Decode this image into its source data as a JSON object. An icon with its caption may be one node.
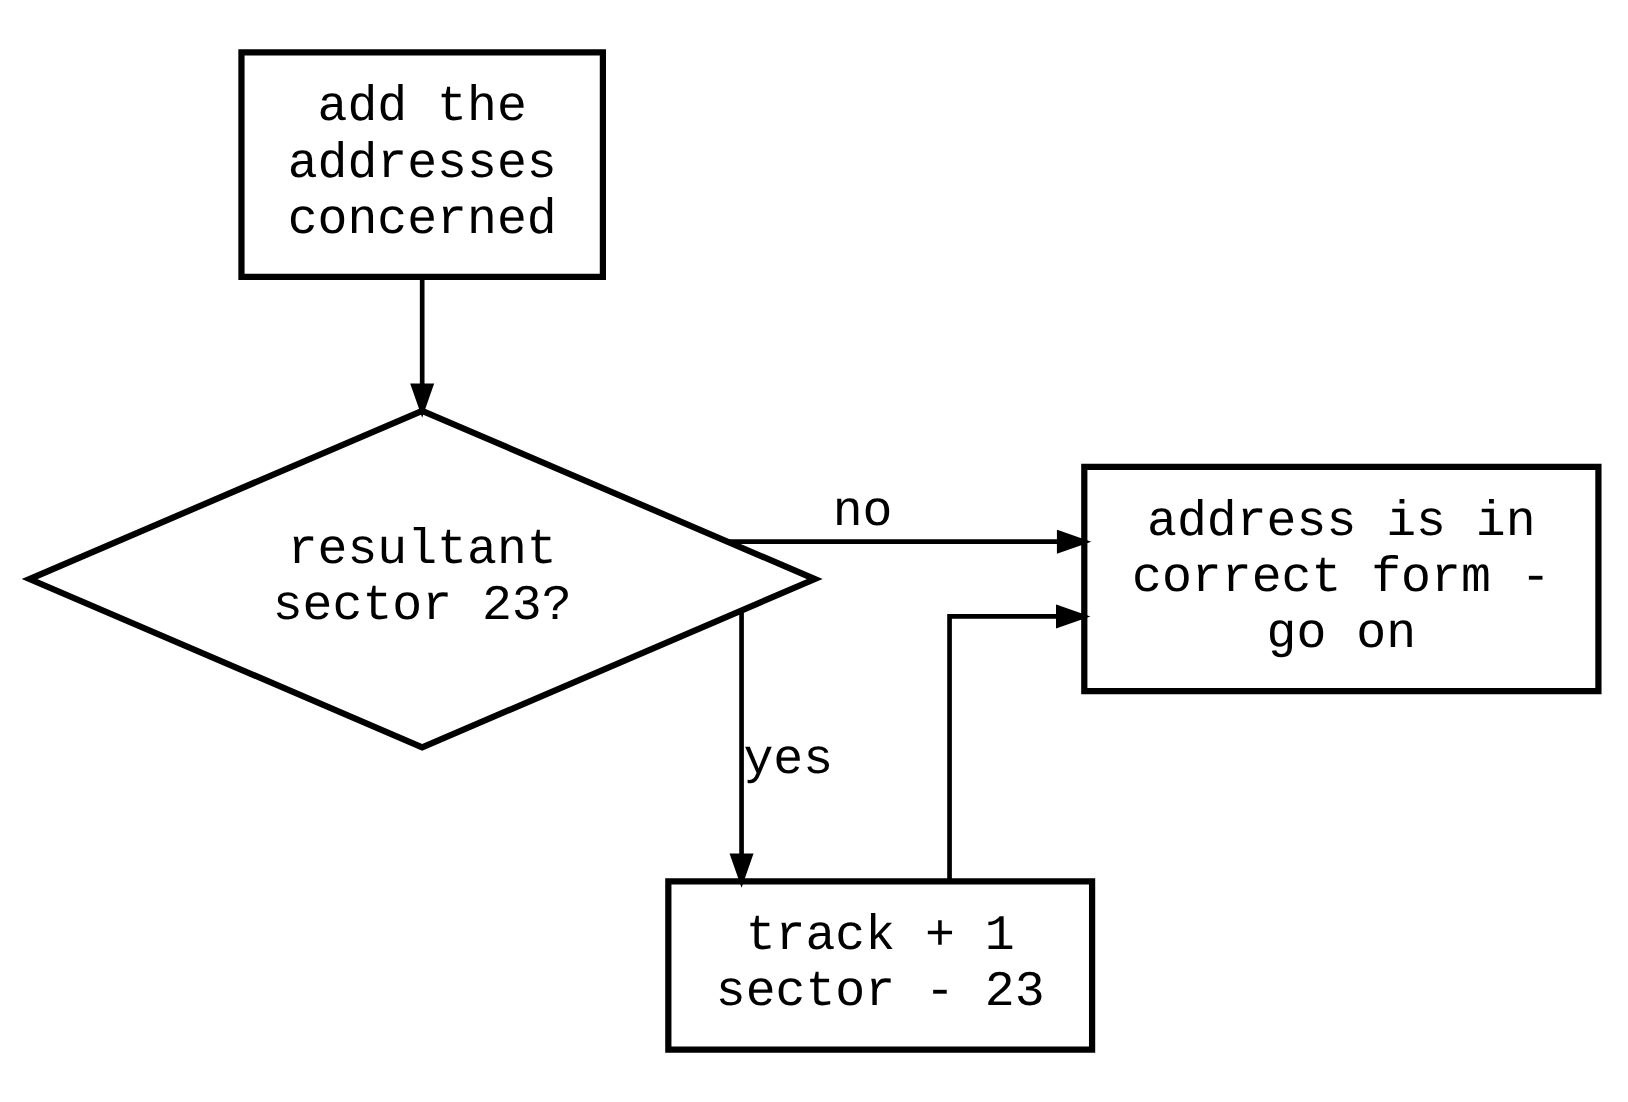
{
  "diagram": {
    "nodes": [
      {
        "text": [
          "add the addresses concerned"
        ]
      },
      {
        "text": [
          "resultant sector 23?"
        ]
      },
      {
        "text": [
          "address is in correct form - go on"
        ]
      },
      {
        "text": [
          "track + 1 sector - 23"
        ]
      }
    ],
    "edges": [
      {
        "from": 0,
        "to": 1,
        "arrow": "to"
      },
      {
        "from": 1,
        "to": 2,
        "arrow": "to",
        "label": "no"
      },
      {
        "from": 1,
        "to": 3,
        "arrow": "to",
        "label": "yes"
      },
      {
        "from": 3,
        "to": 2,
        "arrow": "to"
      }
    ]
  }
}
